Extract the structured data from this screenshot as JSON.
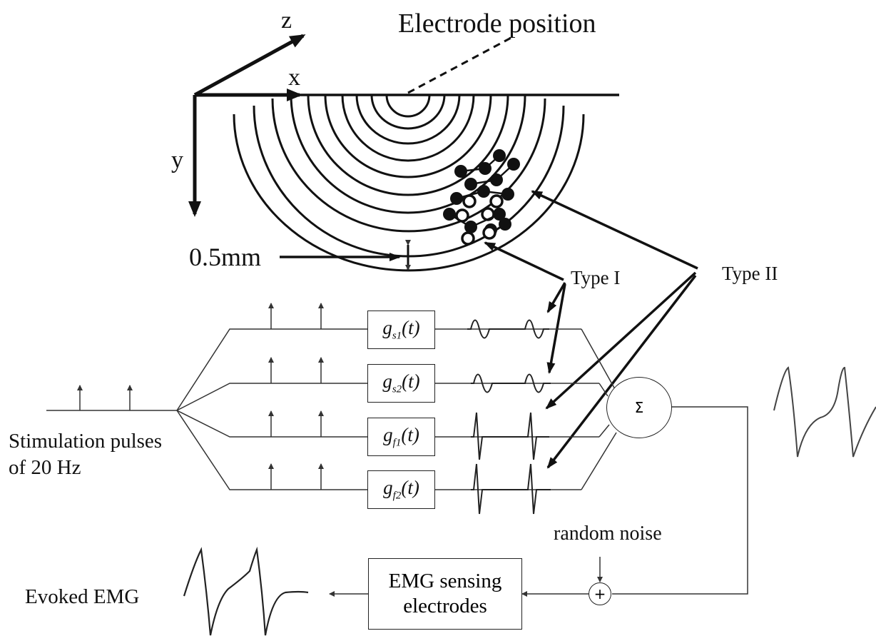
{
  "axes": {
    "z": "z",
    "x": "x",
    "y": "y"
  },
  "electrode_label": "Electrode position",
  "scale_label": "0.5mm",
  "type1_label": "Type I",
  "type2_label": "Type II",
  "filters": [
    {
      "base": "g",
      "sub": "s1",
      "arg": "(t)"
    },
    {
      "base": "g",
      "sub": "s2",
      "arg": "(t)"
    },
    {
      "base": "g",
      "sub": "f1",
      "arg": "(t)"
    },
    {
      "base": "g",
      "sub": "f2",
      "arg": "(t)"
    }
  ],
  "sum_symbol": "Σ",
  "plus_symbol": "+",
  "stim_label_line1": "Stimulation pulses",
  "stim_label_line2": "of  20 Hz",
  "noise_label": "random noise",
  "emg_box_line1": "EMG sensing",
  "emg_box_line2": "electrodes",
  "evoked_label": "Evoked EMG"
}
